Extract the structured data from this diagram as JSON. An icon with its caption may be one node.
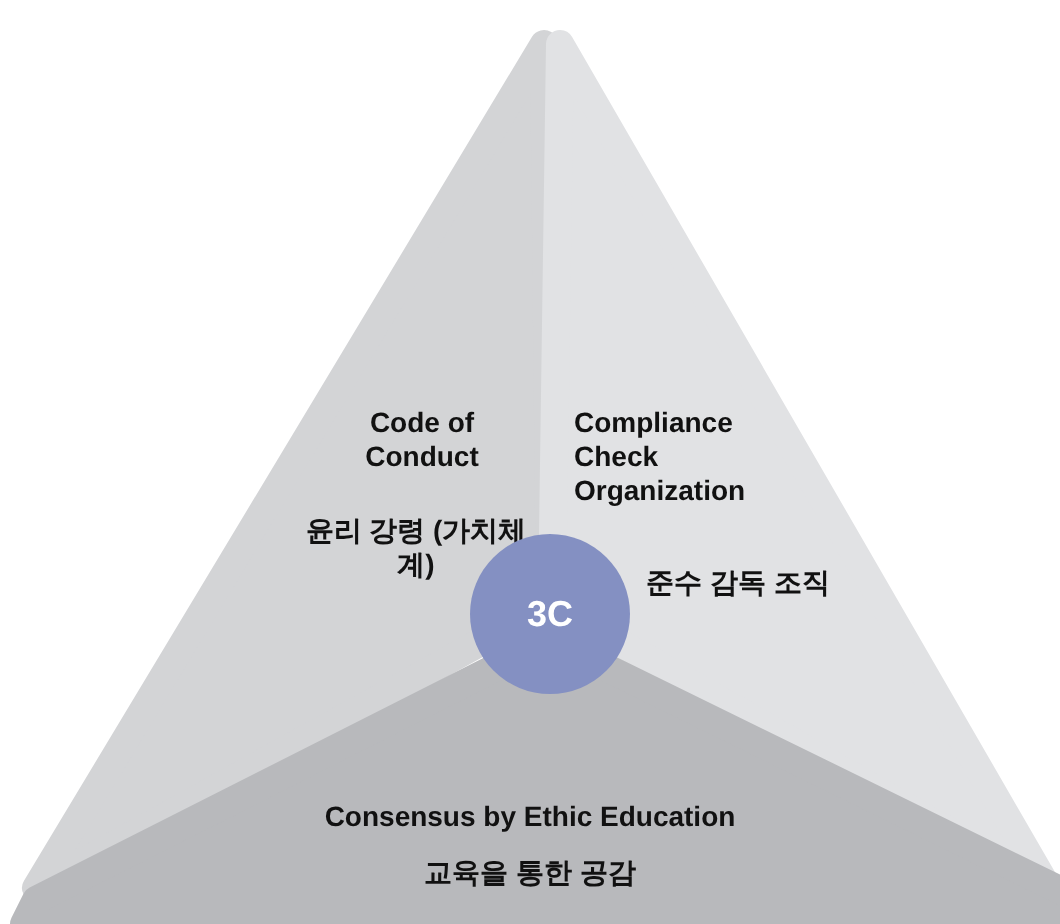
{
  "diagram": {
    "nodes": [
      {
        "text": [
          "Code of Conduct",
          "윤리 강령 (가치체계)"
        ]
      },
      {
        "text": [
          "Compliance Check Organization",
          "준수 감독 조직"
        ]
      },
      {
        "text": [
          "Consensus by Ethic Education",
          "교육을 통한 공감"
        ]
      },
      {
        "text": [
          "3C"
        ]
      }
    ]
  }
}
